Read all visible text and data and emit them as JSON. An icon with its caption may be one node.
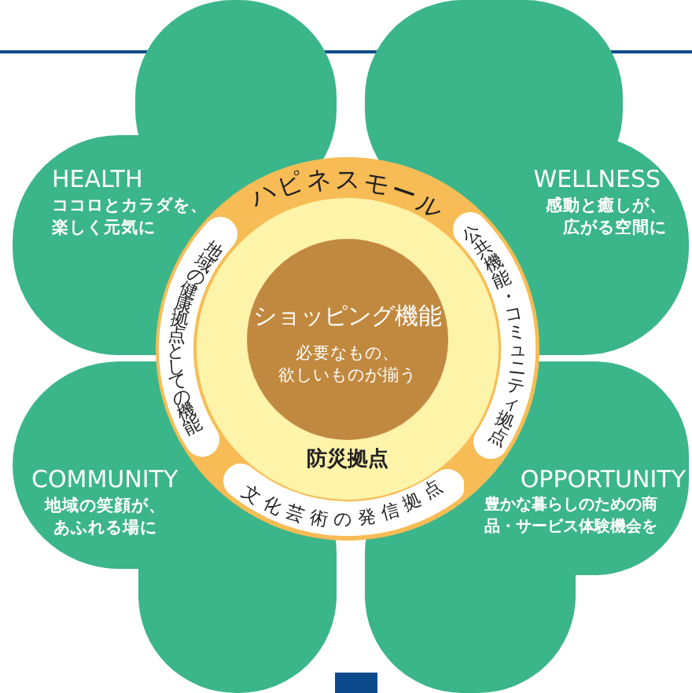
{
  "diagram": {
    "nodes": [
      {
        "text": [
          "HEALTH",
          "ココロとカラダを、楽しく元気に"
        ]
      },
      {
        "text": [
          "WELLNESS",
          "感動と癒しが、広がる空間に"
        ]
      },
      {
        "text": [
          "COMMUNITY",
          "地域の笑顔が、あふれる場に"
        ]
      },
      {
        "text": [
          "OPPORTUNITY",
          "豊かな暮らしのための商品・サービス体験機会を"
        ]
      },
      {
        "text": [
          "ハピネスモール"
        ]
      },
      {
        "text": [
          "地域の健康拠点としての機能"
        ],
        "in": 4
      },
      {
        "text": [
          "公共機能・コミュニティ拠点"
        ],
        "in": 4
      },
      {
        "text": [
          "防災拠点"
        ],
        "in": 4
      },
      {
        "text": [
          "ショッピング機能",
          "必要なもの、欲しいものが揃う"
        ],
        "in": 7
      },
      {
        "text": [
          "文化芸術の発信拠点"
        ],
        "in": 4
      }
    ]
  }
}
